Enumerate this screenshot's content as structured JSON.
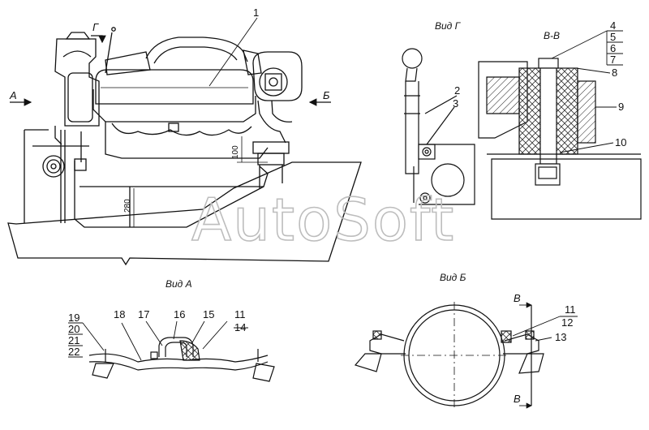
{
  "captions": {
    "view_g": "Вид Г",
    "section_vv": "В-В",
    "view_a": "Вид А",
    "view_b": "Вид Б"
  },
  "arrows": {
    "a": "А",
    "b": "Б",
    "g": "Г",
    "v_top": "В",
    "v_bottom": "В"
  },
  "dimensions": {
    "d100": "100",
    "d280": "280"
  },
  "callouts": {
    "c1": "1",
    "c2": "2",
    "c3": "3",
    "c4": "4",
    "c5": "5",
    "c6": "6",
    "c7": "7",
    "c8": "8",
    "c9": "9",
    "c10": "10",
    "c11a": "11",
    "c14": "14",
    "c15": "15",
    "c16": "16",
    "c17": "17",
    "c18": "18",
    "c19": "19",
    "c20": "20",
    "c21": "21",
    "c22": "22",
    "c11b": "11",
    "c12": "12",
    "c13": "13"
  },
  "watermark": "AutoSoft"
}
